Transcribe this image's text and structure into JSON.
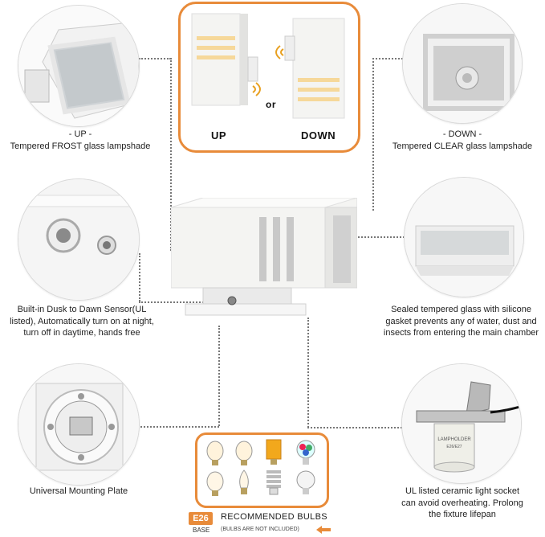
{
  "top_panel": {
    "left_label": "UP",
    "connector": "or",
    "right_label": "DOWN"
  },
  "captions": {
    "top_left": [
      "- UP -",
      "Tempered FROST glass lampshade"
    ],
    "top_right": [
      "- DOWN -",
      "Tempered CLEAR glass lampshade"
    ],
    "mid_left": [
      "Built-in Dusk to Dawn Sensor(UL",
      "listed), Automatically turn on at night,",
      "turn off in daytime, hands free"
    ],
    "mid_right": [
      "Sealed tempered glass with silicone",
      "gasket prevents any of water, dust and",
      "insects from entering the main chamber"
    ],
    "bottom_left": [
      "Universal Mounting Plate"
    ],
    "bottom_right": [
      "UL listed ceramic light socket",
      "can avoid overheating. Prolong",
      "the fixture lifepan"
    ]
  },
  "bulbs_panel": {
    "base_badge": "E26",
    "base_label": "BASE",
    "title": "RECOMMENDED BULBS",
    "note": "(BULBS ARE NOT INCLUDED)"
  },
  "socket_label": [
    "LAMPHOLDER",
    "E26/E27"
  ],
  "colors": {
    "accent": "#e88b3a",
    "fixture": "#f4f4f2",
    "glass_warm": "#f6d89a"
  }
}
